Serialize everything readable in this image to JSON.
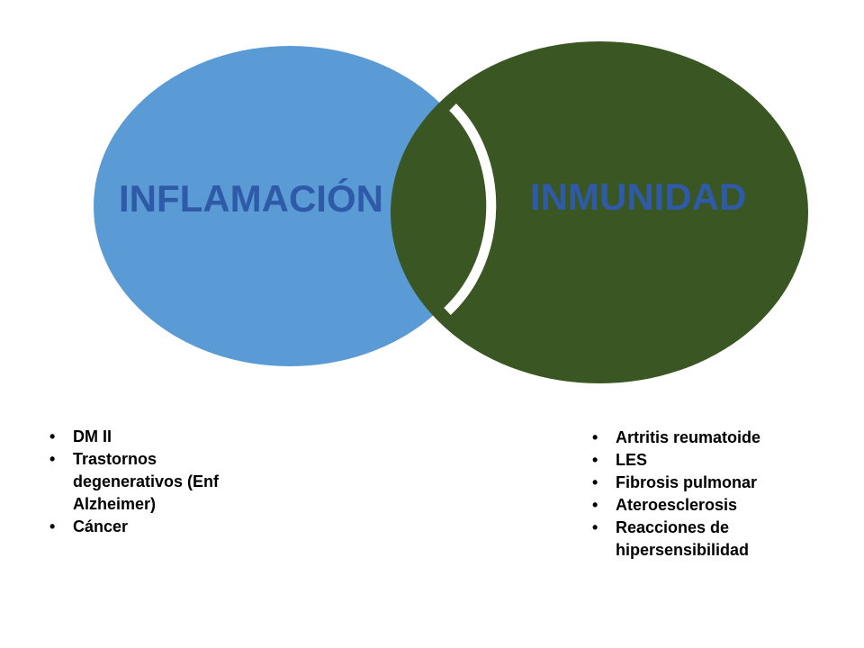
{
  "circles": {
    "left": {
      "label": "INFLAMACIÓN",
      "fill": "#5B9BD5",
      "text_color": "#2E5AA8"
    },
    "right": {
      "label": "INMUNIDAD",
      "fill": "#3A5623",
      "text_color": "#2E5AA8"
    },
    "overlap_arc_color": "#FFFFFF"
  },
  "lists": {
    "left": [
      "DM II",
      "Trastornos degenerativos (Enf Alzheimer)",
      "Cáncer"
    ],
    "right": [
      "Artritis reumatoide",
      "LES",
      "Fibrosis pulmonar",
      "Ateroesclerosis",
      "Reacciones de hipersensibilidad"
    ]
  }
}
